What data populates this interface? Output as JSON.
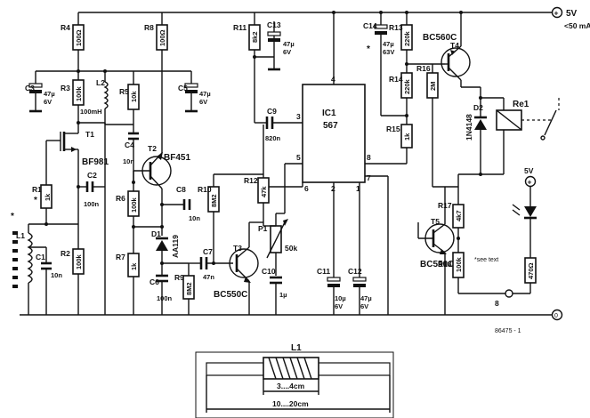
{
  "supply": {
    "label": "5V",
    "current": "<50 mA",
    "relay_label": "5V"
  },
  "ground_symbol": "0",
  "footnote": "*see text",
  "figure_code": "86475 - 1",
  "ic": {
    "name": "IC1",
    "type": "567",
    "pins": [
      "1",
      "2",
      "3",
      "4",
      "5",
      "6",
      "7",
      "8"
    ]
  },
  "transistors": {
    "T1": {
      "name": "T1",
      "type": "BF981"
    },
    "T2": {
      "name": "T2",
      "type": "BF451"
    },
    "T3": {
      "name": "T3",
      "type": "BC550C"
    },
    "T4": {
      "name": "T4",
      "type": "BC560C"
    },
    "T5": {
      "name": "T5",
      "type": "BC550C"
    }
  },
  "resistors": {
    "R1": {
      "name": "R1",
      "value": "1k"
    },
    "R2": {
      "name": "R2",
      "value": "100k"
    },
    "R3": {
      "name": "R3",
      "value": "100k"
    },
    "R4": {
      "name": "R4",
      "value": "100Ω"
    },
    "R5": {
      "name": "R5",
      "value": "10k"
    },
    "R6": {
      "name": "R6",
      "value": "100k"
    },
    "R7": {
      "name": "R7",
      "value": "1k"
    },
    "R8": {
      "name": "R8",
      "value": "100Ω"
    },
    "R9": {
      "name": "R9",
      "value": "8M2"
    },
    "R10": {
      "name": "R10",
      "value": "8M2"
    },
    "R11": {
      "name": "R11",
      "value": "8k2"
    },
    "R12": {
      "name": "R12",
      "value": "47k"
    },
    "R13": {
      "name": "R13",
      "value": "220k"
    },
    "R14": {
      "name": "R14",
      "value": "220k"
    },
    "R15": {
      "name": "R15",
      "value": "1k"
    },
    "R16": {
      "name": "R16",
      "value": "2M"
    },
    "R17": {
      "name": "R17",
      "value": "4k7"
    },
    "R18": {
      "name": "R18",
      "value": "100k"
    },
    "R19": {
      "name": "",
      "value": "470Ω"
    }
  },
  "pot": {
    "name": "P1",
    "value": "50k"
  },
  "capacitors": {
    "C1": {
      "name": "C1",
      "value": "10n"
    },
    "C2": {
      "name": "C2",
      "value": "100n"
    },
    "C3": {
      "name": "C3",
      "value": "47µ",
      "voltage": "6V"
    },
    "C4": {
      "name": "C4",
      "value": "10n"
    },
    "C5": {
      "name": "C5",
      "value": "47µ",
      "voltage": "6V"
    },
    "C6": {
      "name": "C6",
      "value": "100n"
    },
    "C7": {
      "name": "C7",
      "value": "47n"
    },
    "C8": {
      "name": "C8",
      "value": "10n"
    },
    "C9": {
      "name": "C9",
      "value": "820n"
    },
    "C10": {
      "name": "C10",
      "value": "1µ"
    },
    "C11": {
      "name": "C11",
      "value": "10µ",
      "voltage": "6V"
    },
    "C12": {
      "name": "C12",
      "value": "47µ",
      "voltage": "6V"
    },
    "C13": {
      "name": "C13",
      "value": "47µ",
      "voltage": "6V"
    },
    "C14": {
      "name": "C14",
      "value": "47µ",
      "voltage": "63V"
    }
  },
  "inductors": {
    "L1": {
      "name": "L1"
    },
    "L2": {
      "name": "L2",
      "value": "100mH"
    }
  },
  "diodes": {
    "D1": {
      "name": "D1",
      "type": "AA119"
    },
    "D2": {
      "name": "D2",
      "type": "1N4148"
    }
  },
  "relay": {
    "name": "Re1"
  },
  "pin_label": "8",
  "asterisk": "*",
  "coil_drawing": {
    "title": "L1",
    "winding": "3....4cm",
    "length": "10....20cm"
  }
}
